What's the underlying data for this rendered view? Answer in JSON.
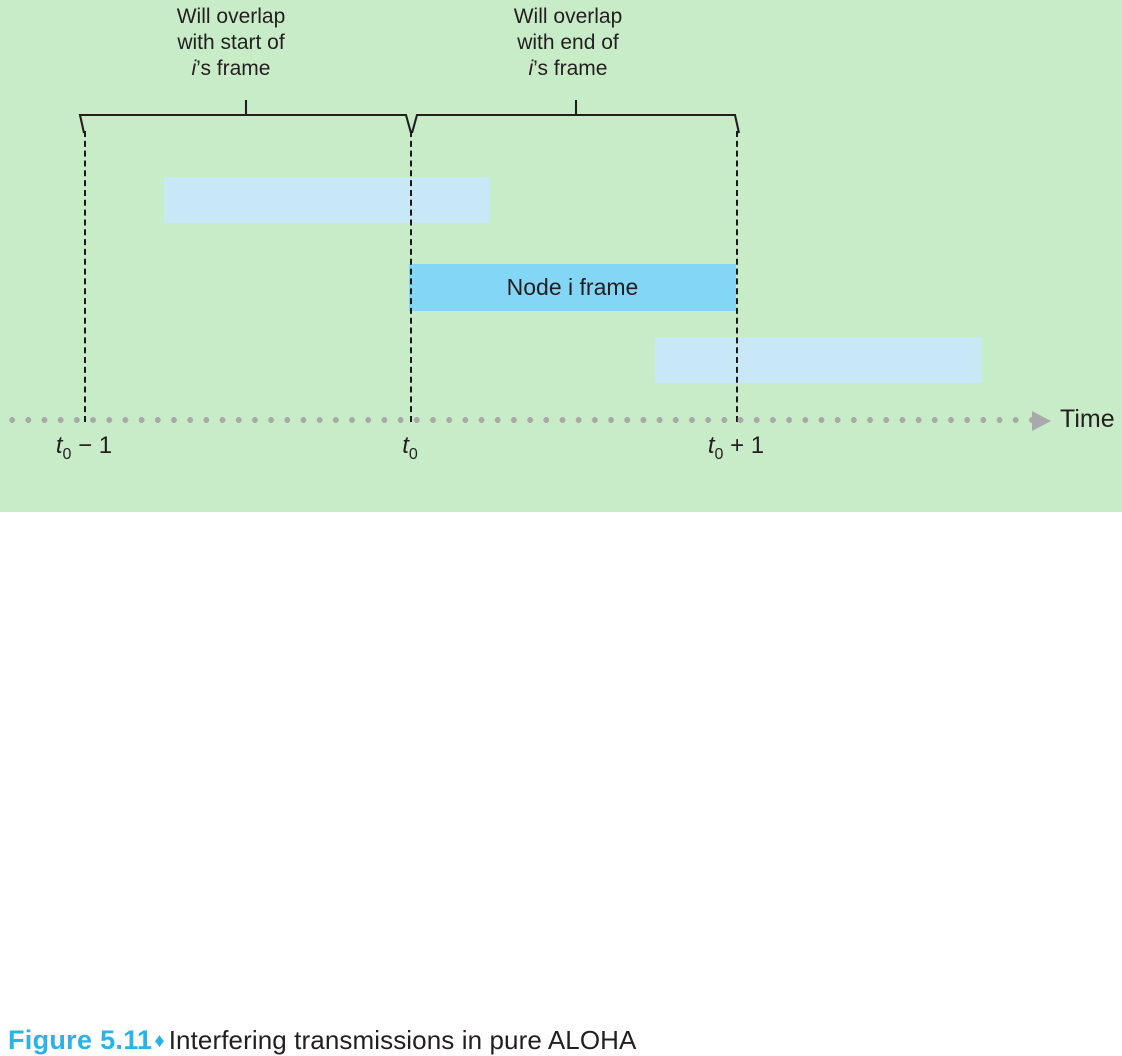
{
  "figure": {
    "caption_label": "Figure 5.11",
    "caption_diamond": "♦",
    "caption_text": "Interfering transmissions in pure ALOHA",
    "caption_label_color": "#29b3e8",
    "background_color": "#c9ecc8"
  },
  "annotations": [
    {
      "id": "left",
      "line1": "Will overlap",
      "line2": "with start of",
      "line3_italic": "i",
      "line3_rest": "’s frame"
    },
    {
      "id": "right",
      "line1": "Will overlap",
      "line2": "with end of",
      "line3_italic": "i",
      "line3_rest": "’s frame"
    }
  ],
  "bars": {
    "before": {
      "label": "",
      "color": "#c8e8f8"
    },
    "node_i": {
      "label": "Node i frame",
      "color": "#83d6f5"
    },
    "after": {
      "label": "",
      "color": "#c8e8f8"
    }
  },
  "axis": {
    "label": "Time",
    "line_color": "#a9a9a9",
    "arrow": "right-triangle",
    "ticks": [
      {
        "var": "t",
        "sub": "0",
        "suffix": " − 1"
      },
      {
        "var": "t",
        "sub": "0",
        "suffix": ""
      },
      {
        "var": "t",
        "sub": "0",
        "suffix": " + 1"
      }
    ]
  },
  "guide_lines": [
    {
      "id": "t0-minus-1",
      "style": "dashed"
    },
    {
      "id": "t0",
      "style": "dashed"
    },
    {
      "id": "t0-plus-1",
      "style": "dashed"
    }
  ]
}
